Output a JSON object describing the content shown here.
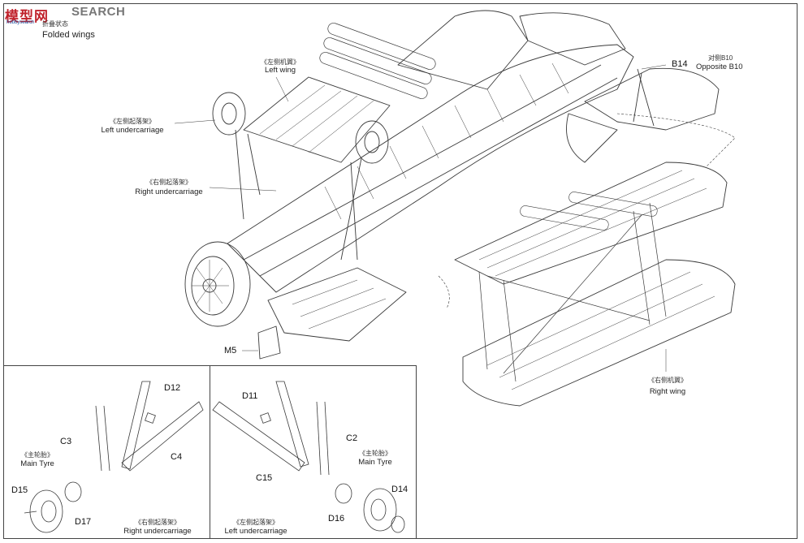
{
  "header": {
    "logo_text": "模型网",
    "logo_sub": "hobbysearch",
    "search_text": "SEARCH",
    "title_cn": "折叠状态",
    "title_en": "Folded wings"
  },
  "labels": {
    "left_wing_cn": "《左侧机翼》",
    "left_wing_en": "Left wing",
    "left_uc_cn": "《左侧起落架》",
    "left_uc_en": "Left undercarriage",
    "right_uc_cn": "《右侧起落架》",
    "right_uc_en": "Right undercarriage",
    "b14": "B14",
    "opp_cn": "对侧B10",
    "opp_en": "Opposite B10",
    "m5": "M5",
    "right_wing_cn": "《右侧机翼》",
    "right_wing_en": "Right wing"
  },
  "panel_right_uc": {
    "d12": "D12",
    "c3": "C3",
    "c4": "C4",
    "tyre_cn": "《主轮胎》",
    "tyre_en": "Main Tyre",
    "d15": "D15",
    "d17": "D17",
    "caption_cn": "《右侧起落架》",
    "caption_en": "Right undercarriage"
  },
  "panel_left_uc": {
    "d11": "D11",
    "c2": "C2",
    "c15": "C15",
    "tyre_cn": "《主轮胎》",
    "tyre_en": "Main Tyre",
    "d14": "D14",
    "d16": "D16",
    "caption_cn": "《左侧起落架》",
    "caption_en": "Left undercarriage"
  }
}
